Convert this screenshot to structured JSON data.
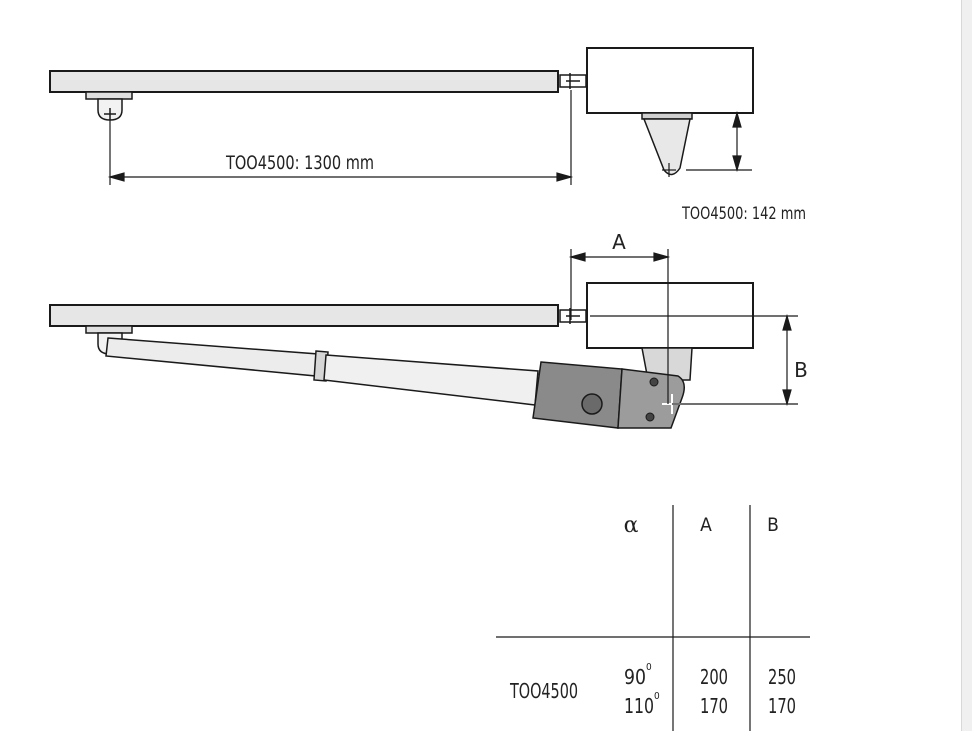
{
  "diagram": {
    "top_length_label": "TOO4500: 1300 mm",
    "offset_label": "TOO4500: 142 mm",
    "dim_a_letter": "A",
    "dim_b_letter": "B"
  },
  "table": {
    "headers": [
      "α",
      "A",
      "B"
    ],
    "model": "TOO4500",
    "rows": [
      {
        "alpha": "90",
        "A": "200",
        "B": "250"
      },
      {
        "alpha": "110",
        "A": "170",
        "B": "170"
      }
    ],
    "degree_mark": "0"
  },
  "colors": {
    "line": "#1a1a1a",
    "beam_fill": "#e6e6e6",
    "motor_fill": "#8a8a8a",
    "tube_fill": "#ececec"
  }
}
